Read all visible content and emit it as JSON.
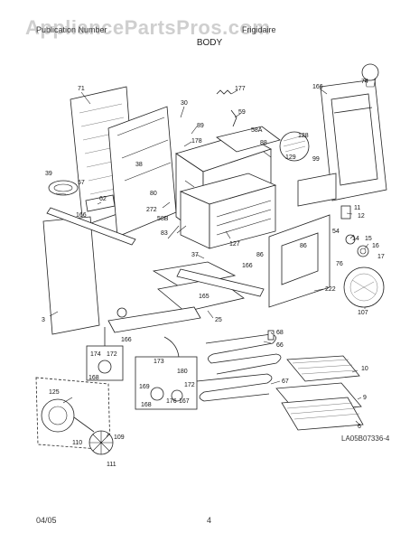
{
  "watermark": "AppliancePartsPros.com",
  "header": {
    "left": "Publication Number",
    "right": "Frigidaire",
    "section": "BODY"
  },
  "footer": {
    "date": "04/05",
    "page": "4",
    "diagram_code": "LA05B07336-4"
  },
  "part_labels": [
    {
      "id": "p71",
      "text": "71"
    },
    {
      "id": "p30",
      "text": "30"
    },
    {
      "id": "p89",
      "text": "89"
    },
    {
      "id": "p178",
      "text": "178"
    },
    {
      "id": "p177",
      "text": "177"
    },
    {
      "id": "p59",
      "text": "59"
    },
    {
      "id": "p166a",
      "text": "166"
    },
    {
      "id": "p74",
      "text": "74"
    },
    {
      "id": "p58A",
      "text": "58A"
    },
    {
      "id": "p88",
      "text": "88"
    },
    {
      "id": "p128",
      "text": "128"
    },
    {
      "id": "p129",
      "text": "129"
    },
    {
      "id": "p99",
      "text": "99"
    },
    {
      "id": "p38",
      "text": "38"
    },
    {
      "id": "p39",
      "text": "39"
    },
    {
      "id": "p57",
      "text": "57"
    },
    {
      "id": "p62",
      "text": "62"
    },
    {
      "id": "p166b",
      "text": "166"
    },
    {
      "id": "p80",
      "text": "80"
    },
    {
      "id": "p272",
      "text": "272"
    },
    {
      "id": "p58B",
      "text": "58B"
    },
    {
      "id": "p83",
      "text": "83"
    },
    {
      "id": "p127",
      "text": "127"
    },
    {
      "id": "p11",
      "text": "11"
    },
    {
      "id": "p12",
      "text": "12"
    },
    {
      "id": "p54",
      "text": "54"
    },
    {
      "id": "p14",
      "text": "14"
    },
    {
      "id": "p15",
      "text": "15"
    },
    {
      "id": "p16",
      "text": "16"
    },
    {
      "id": "p17",
      "text": "17"
    },
    {
      "id": "p86a",
      "text": "86"
    },
    {
      "id": "p86b",
      "text": "86"
    },
    {
      "id": "p37",
      "text": "37"
    },
    {
      "id": "p166c",
      "text": "166"
    },
    {
      "id": "p76",
      "text": "76"
    },
    {
      "id": "p165",
      "text": "165"
    },
    {
      "id": "p222",
      "text": "222"
    },
    {
      "id": "p107",
      "text": "107"
    },
    {
      "id": "p3",
      "text": "3"
    },
    {
      "id": "p25",
      "text": "25"
    },
    {
      "id": "p166d",
      "text": "166"
    },
    {
      "id": "p68",
      "text": "68"
    },
    {
      "id": "p66",
      "text": "66"
    },
    {
      "id": "p174",
      "text": "174"
    },
    {
      "id": "p172a",
      "text": "172"
    },
    {
      "id": "p168a",
      "text": "168"
    },
    {
      "id": "p173",
      "text": "173"
    },
    {
      "id": "p180",
      "text": "180"
    },
    {
      "id": "p169",
      "text": "169"
    },
    {
      "id": "p172b",
      "text": "172"
    },
    {
      "id": "p168b",
      "text": "168"
    },
    {
      "id": "p176",
      "text": "176"
    },
    {
      "id": "p167",
      "text": "167"
    },
    {
      "id": "p10",
      "text": "10"
    },
    {
      "id": "p67",
      "text": "67"
    },
    {
      "id": "p9",
      "text": "9"
    },
    {
      "id": "p6",
      "text": "6"
    },
    {
      "id": "p125",
      "text": "125"
    },
    {
      "id": "p110",
      "text": "110"
    },
    {
      "id": "p109",
      "text": "109"
    },
    {
      "id": "p111",
      "text": "111"
    }
  ]
}
